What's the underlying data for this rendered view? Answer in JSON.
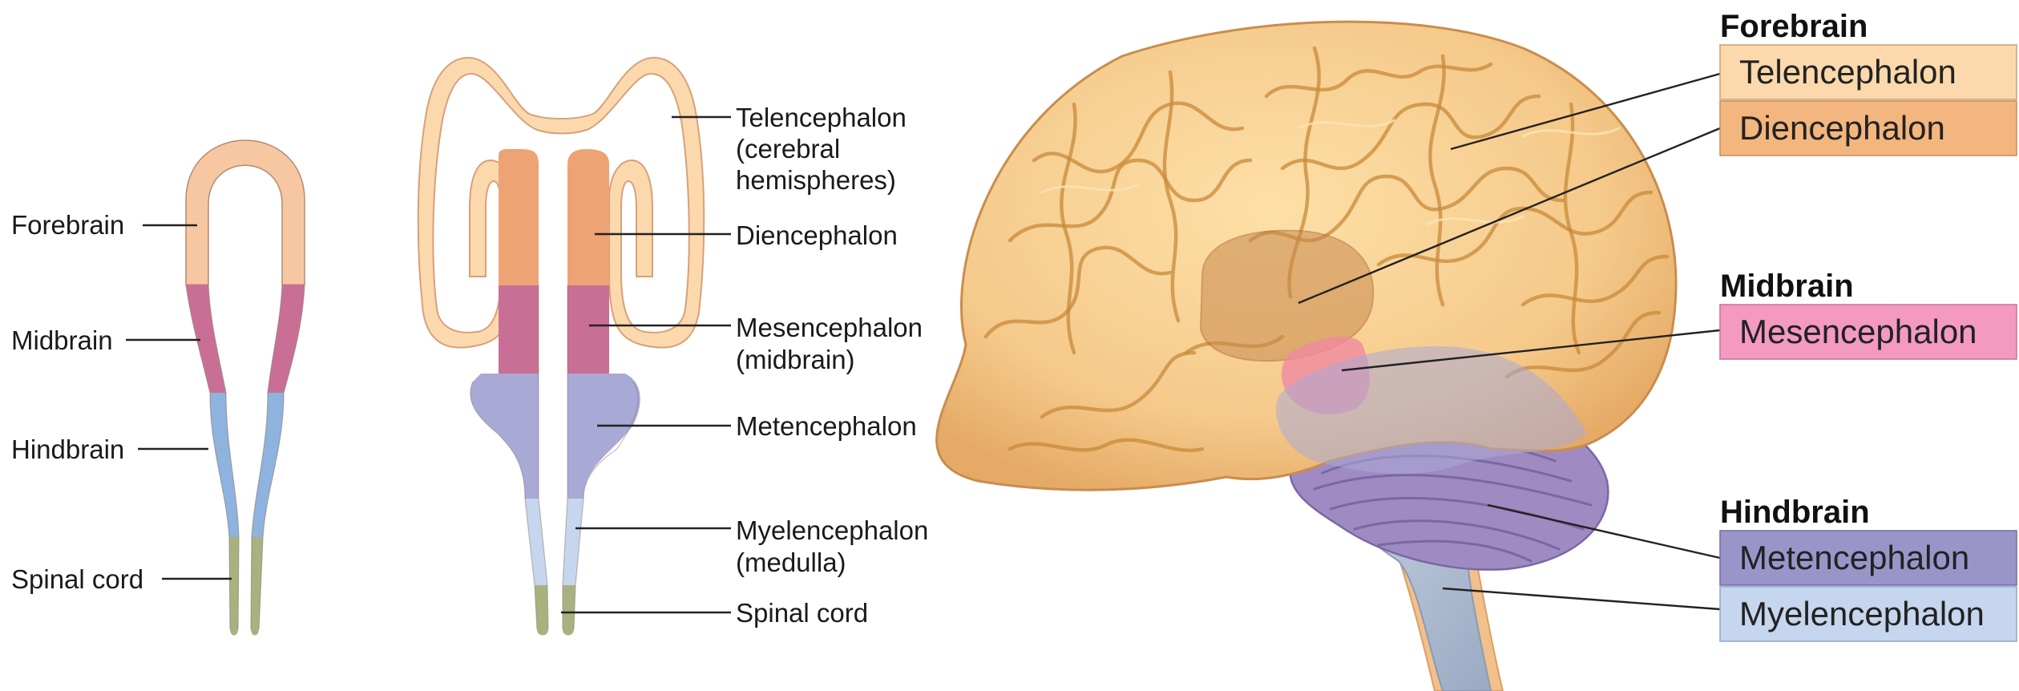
{
  "colors": {
    "forebrain": "#f6c7a0",
    "telencephalon": "#fbd9ac",
    "diencephalon": "#eda373",
    "midbrain": "#c96f95",
    "mesencephalon_box": "#f49ac1",
    "hindbrain": "#8fb3df",
    "metencephalon": "#a9a9d6",
    "metencephalon_box": "#9a95c9",
    "myelencephalon": "#c5d6ee",
    "spinal_cord": "#a9b27f"
  },
  "early_tube": {
    "labels": [
      "Forebrain",
      "Midbrain",
      "Hindbrain",
      "Spinal cord"
    ]
  },
  "later_tube": {
    "labels": [
      {
        "line1": "Telencephalon",
        "line2": "(cerebral",
        "line3": "hemispheres)"
      },
      {
        "line1": "Diencephalon"
      },
      {
        "line1": "Mesencephalon",
        "line2": "(midbrain)"
      },
      {
        "line1": "Metencephalon"
      },
      {
        "line1": "Myelencephalon",
        "line2": "(medulla)"
      },
      {
        "line1": "Spinal cord"
      }
    ]
  },
  "adult_brain": {
    "groups": [
      {
        "header": "Forebrain",
        "boxes": [
          "Telencephalon",
          "Diencephalon"
        ]
      },
      {
        "header": "Midbrain",
        "boxes": [
          "Mesencephalon"
        ]
      },
      {
        "header": "Hindbrain",
        "boxes": [
          "Metencephalon",
          "Myelencephalon"
        ]
      }
    ]
  }
}
